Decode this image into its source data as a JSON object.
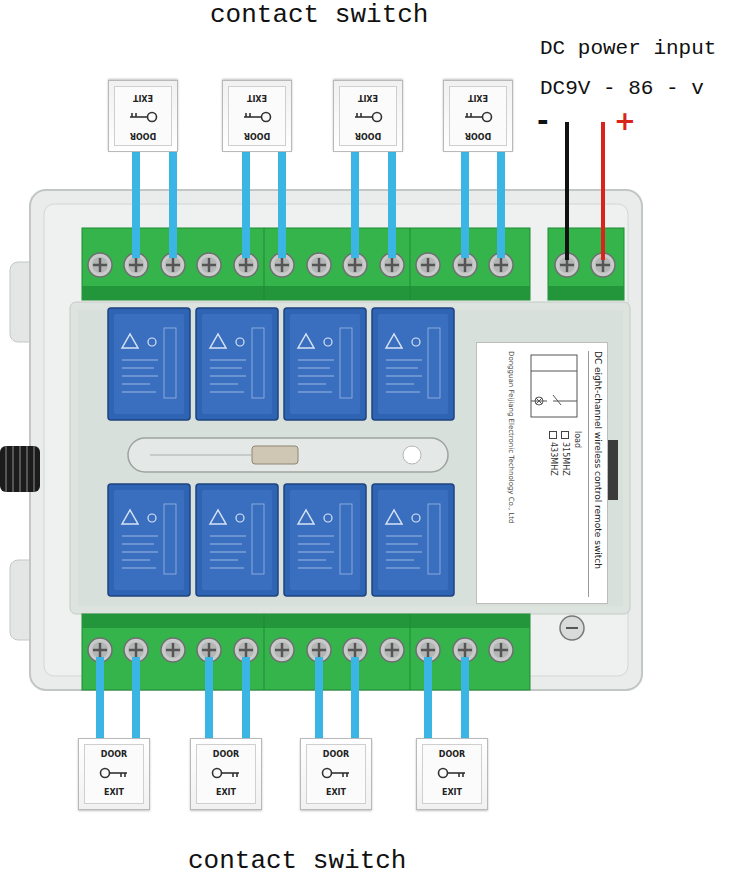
{
  "diagram": {
    "nodes": [
      {
        "text": [
          "DOOR",
          "EXIT"
        ]
      },
      {
        "text": [
          "DOOR",
          "EXIT"
        ]
      },
      {
        "text": [
          "DOOR",
          "EXIT"
        ]
      },
      {
        "text": [
          "DOOR",
          "EXIT"
        ]
      },
      {
        "text": [
          "DC eight-channel wireless control remote switch",
          "load",
          "315MHZ",
          "433MHZ",
          "Dongguan Feijiang Electronic Technology Co., Ltd"
        ]
      },
      {
        "text": [
          "DOOR",
          "EXIT"
        ]
      },
      {
        "text": [
          "DOOR",
          "EXIT"
        ]
      },
      {
        "text": [
          "DOOR",
          "EXIT"
        ]
      },
      {
        "text": [
          "DOOR",
          "EXIT"
        ]
      }
    ],
    "labels": [
      "contact switch",
      "DC power input",
      "DC9V - 86 - v",
      "-",
      "+",
      "contact switch"
    ]
  }
}
